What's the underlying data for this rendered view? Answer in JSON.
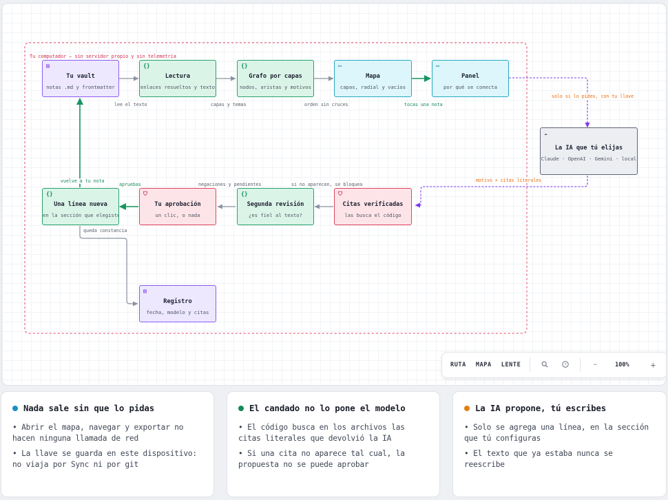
{
  "diagram": {
    "region_label": "Tu computador — sin servidor propio y sin telemetría",
    "nodes": {
      "vault": {
        "title": "Tu vault",
        "subtitle": "notas .md y frontmatter",
        "icon": "database-icon"
      },
      "lectura": {
        "title": "Lectura",
        "subtitle": "enlaces resueltos y texto",
        "icon": "code-braces-icon"
      },
      "grafo": {
        "title": "Grafo por capas",
        "subtitle": "nodos, aristas y motivos",
        "icon": "code-braces-icon"
      },
      "mapa": {
        "title": "Mapa",
        "subtitle": "capas, radial y vacíos",
        "icon": "window-icon"
      },
      "panel": {
        "title": "Panel",
        "subtitle": "por qué se conecta",
        "icon": "window-icon"
      },
      "ia": {
        "title": "La IA que tú elijas",
        "subtitle": "Claude · OpenAI · Gemini · local",
        "icon": "cloud-icon"
      },
      "citas": {
        "title": "Citas verificadas",
        "subtitle": "las busca el código",
        "icon": "shield-icon"
      },
      "revision": {
        "title": "Segunda revisión",
        "subtitle": "¿es fiel al texto?",
        "icon": "code-braces-icon"
      },
      "aprobacion": {
        "title": "Tu aprobación",
        "subtitle": "un clic, o nada",
        "icon": "shield-icon"
      },
      "linea": {
        "title": "Una línea nueva",
        "subtitle": "en la sección que elegiste",
        "icon": "code-braces-icon"
      },
      "registro": {
        "title": "Registro",
        "subtitle": "fecha, modelo y citas",
        "icon": "database-icon"
      }
    },
    "edge_labels": {
      "lee": "lee el texto",
      "capas": "capas y temas",
      "orden": "orden sin cruces",
      "tocas": "tocas una nota",
      "pides": "solo si lo pides, con tu llave",
      "motivo": "motivo + citas literales",
      "no_aparecen": "si no aparecen, se bloquea",
      "negaciones": "negaciones y pendientes",
      "apruebas": "apruebas",
      "vuelve": "vuelve a tu nota",
      "constancia": "queda constancia"
    }
  },
  "toolbar": {
    "buttons": [
      "RUTA",
      "MAPA",
      "LENTE"
    ],
    "search_icon": "search-icon",
    "help_icon": "help-icon",
    "zoom_out": "−",
    "zoom_level": "100%",
    "zoom_in": "+"
  },
  "cards": [
    {
      "title": "Nada sale sin que lo pidas",
      "dot_color": "#1a8fc4",
      "bullets": [
        "• Abrir el mapa, navegar y exportar no hacen ninguna llamada de red",
        "• La llave se guarda en este dispositivo: no viaja por Sync ni por git"
      ]
    },
    {
      "title": "El candado no lo pone el modelo",
      "dot_color": "#15895a",
      "bullets": [
        "• El código busca en los archivos las citas literales que devolvió la IA",
        "• Si una cita no aparece tal cual, la propuesta no se puede aprobar"
      ]
    },
    {
      "title": "La IA propone, tú escribes",
      "dot_color": "#e07f12",
      "bullets": [
        "• Solo se agrega una línea, en la sección que tú configuras",
        "• El texto que ya estaba nunca se reescribe"
      ]
    }
  ],
  "colors": {
    "arrow_gray": "#8b93a1",
    "arrow_green": "#15955f",
    "arrow_purple": "#7c3aed",
    "region_border": "#e0445e"
  }
}
